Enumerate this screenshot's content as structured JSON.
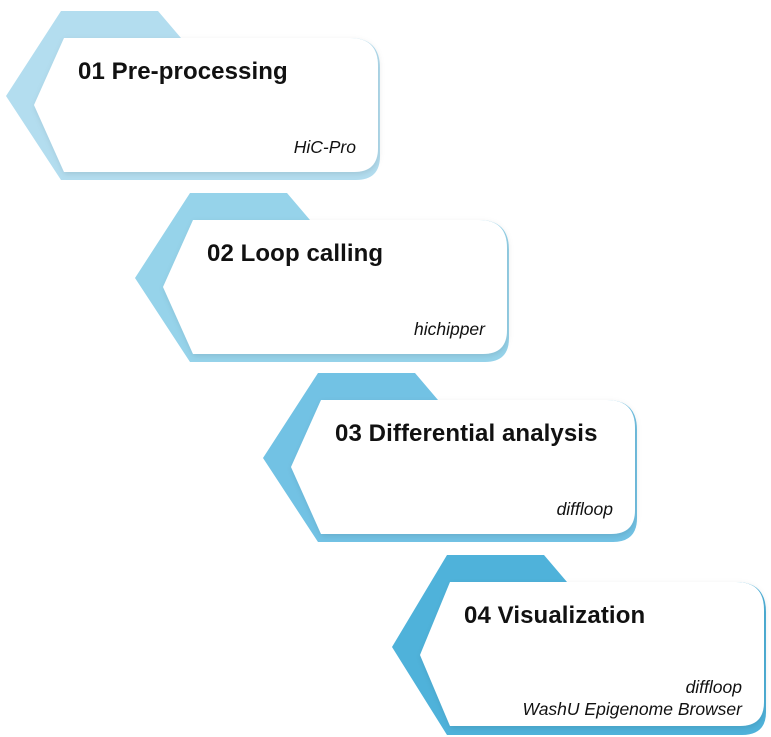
{
  "steps": [
    {
      "title": "01 Pre-processing",
      "tools": [
        "HiC-Pro"
      ],
      "color": "#b3ddef"
    },
    {
      "title": "02 Loop calling",
      "tools": [
        "hichipper"
      ],
      "color": "#96d3ea"
    },
    {
      "title": "03 Differential analysis",
      "tools": [
        "diffloop"
      ],
      "color": "#72c2e4"
    },
    {
      "title": "04 Visualization",
      "tools": [
        "diffloop",
        "WashU Epigenome Browser"
      ],
      "color": "#4fb2da"
    }
  ],
  "card_color": "#ffffff"
}
